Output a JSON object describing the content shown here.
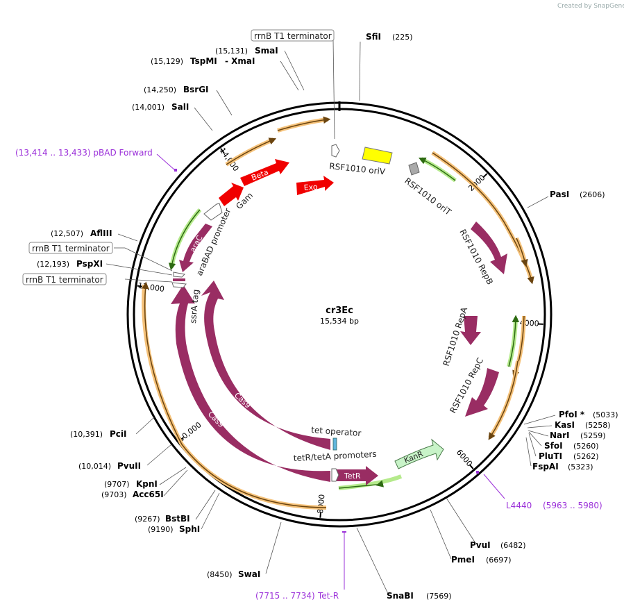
{
  "credit": "Created by SnapGene",
  "plasmid": {
    "name": "cr3Ec",
    "size_label": "15,534 bp"
  },
  "ticks": [
    "2000",
    "4000",
    "6000",
    "8000",
    "10,000",
    "12,000",
    "14,000"
  ],
  "sites": {
    "sfii": {
      "name": "SfiI",
      "pos": "(225)"
    },
    "pasi": {
      "name": "PasI",
      "pos": "(2606)"
    },
    "pfoi": {
      "name": "PfoI *",
      "pos": "(5033)"
    },
    "kasi": {
      "name": "KasI",
      "pos": "(5258)"
    },
    "nari": {
      "name": "NarI",
      "pos": "(5259)"
    },
    "sfoi": {
      "name": "SfoI",
      "pos": "(5260)"
    },
    "pluti": {
      "name": "PluTI",
      "pos": "(5262)"
    },
    "fspai": {
      "name": "FspAI",
      "pos": "(5323)"
    },
    "pvui": {
      "name": "PvuI",
      "pos": "(6482)"
    },
    "pmei": {
      "name": "PmeI",
      "pos": "(6697)"
    },
    "snabi": {
      "name": "SnaBI",
      "pos": "(7569)"
    },
    "swai": {
      "name": "SwaI",
      "pos": "(8450)"
    },
    "sphi": {
      "name": "SphI",
      "pos": "(9190)"
    },
    "bstbi": {
      "name": "BstBI",
      "pos": "(9267)"
    },
    "acc65i": {
      "name": "Acc65I",
      "pos": "(9703)"
    },
    "kpni": {
      "name": "KpnI",
      "pos": "(9707)"
    },
    "pvuii": {
      "name": "PvuII",
      "pos": "(10,014)"
    },
    "pcii": {
      "name": "PciI",
      "pos": "(10,391)"
    },
    "pspxi": {
      "name": "PspXI",
      "pos": "(12,193)"
    },
    "aflii": {
      "name": "AflIII",
      "pos": "(12,507)"
    },
    "sali": {
      "name": "SalI",
      "pos": "(14,001)"
    },
    "bsrgi": {
      "name": "BsrGI",
      "pos": "(14,250)"
    },
    "tspmi": {
      "name": "TspMI",
      "pos": "(15,129)"
    },
    "xmai": {
      "name": "- XmaI"
    },
    "smai": {
      "name": "SmaI",
      "pos": "(15,131)"
    }
  },
  "primers": {
    "pbad": {
      "label": "(13,414 .. 13,433)  pBAD Forward"
    },
    "l4440": {
      "label": "L4440",
      "range": "(5963 .. 5980)"
    },
    "tetr": {
      "range": "(7715 .. 7734)",
      "label": "Tet-R"
    }
  },
  "boxes": {
    "rrnb_top": "rrnB T1 terminator",
    "rrnb_mid1": "rrnB T1 terminator",
    "rrnb_mid2": "rrnB T1 terminator"
  },
  "features": {
    "oriv": "RSF1010 oriV",
    "orit": "RSF1010 oriT",
    "repb": "RSF1010 RepB",
    "repa": "RSF1010 RepA",
    "repc": "RSF1010 RepC",
    "kanr": "KanR",
    "tetr_gene": "TetR",
    "tet_operator": "tet operator",
    "tet_promoters": "tetR/tetA promoters",
    "cas9_inner": "Cas9",
    "cas9_outer": "Cas9",
    "ssra": "ssrA tag",
    "arac": "araC",
    "arabad": "araBAD promoter",
    "gam": "Gam",
    "beta": "Beta",
    "exo": "Exo"
  },
  "colors": {
    "cds_purple": "#992d63",
    "lambda_red": "#f00000",
    "kanr_green": "#c8f3c8",
    "oriv_yellow": "#ffff00",
    "primer_purple": "#9b30d9",
    "orf_orange": "#e8a33a",
    "orf_green": "#3a9a20"
  }
}
